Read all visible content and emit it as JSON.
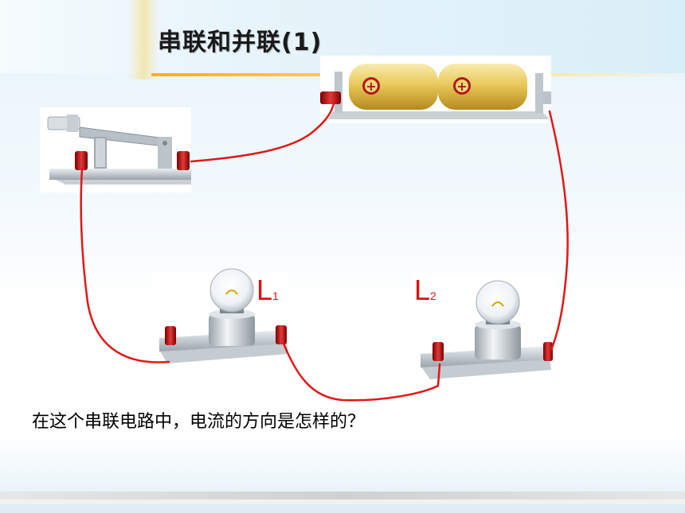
{
  "slide": {
    "title": "串联和并联(1)",
    "question": "在这个串联电路中，电流的方向是怎样的？",
    "lamps": [
      {
        "name": "L",
        "subscript": "1"
      },
      {
        "name": "L",
        "subscript": "2"
      }
    ]
  },
  "components": {
    "switch": "knife-switch-icon",
    "battery": "battery-pack-icon",
    "battery_cells": [
      "⊕",
      "⊕"
    ],
    "bulbs": [
      "light-bulb-icon",
      "light-bulb-icon"
    ]
  },
  "colors": {
    "wire": "#e01818",
    "lamp_label": "#e01010",
    "accent": "#ffb300"
  }
}
